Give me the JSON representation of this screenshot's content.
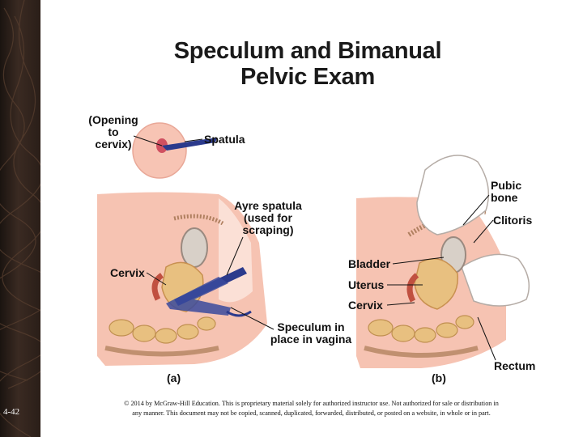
{
  "slide": {
    "title_line1": "Speculum and Bimanual",
    "title_line2": "Pelvic Exam",
    "number": "4-42"
  },
  "labels": {
    "opening_line1": "(Opening",
    "opening_line2": "to",
    "opening_line3": "cervix)",
    "spatula": "Spatula",
    "ayre_line1": "Ayre spatula",
    "ayre_line2": "(used for",
    "ayre_line3": "scraping)",
    "cervix_a": "Cervix",
    "speculum_line1": "Speculum in",
    "speculum_line2": "place in vagina",
    "panel_a": "(a)",
    "panel_b": "(b)",
    "pubic_line1": "Pubic",
    "pubic_line2": "bone",
    "clitoris": "Clitoris",
    "bladder": "Bladder",
    "uterus": "Uterus",
    "cervix_b": "Cervix",
    "rectum": "Rectum"
  },
  "footer": {
    "line1": "© 2014 by McGraw-Hill Education.  This is proprietary material solely for authorized instructor use.  Not authorized for sale or distribution in",
    "line2": "any manner.  This document may not be copied, scanned, duplicated, forwarded, distributed, or posted on a website, in whole or in part."
  },
  "colors": {
    "tissue": "#f4b8a8",
    "tissue_light": "#fbe0d6",
    "instrument": "#2b3a8c",
    "bone": "#c8a070",
    "organ": "#e8c080"
  }
}
